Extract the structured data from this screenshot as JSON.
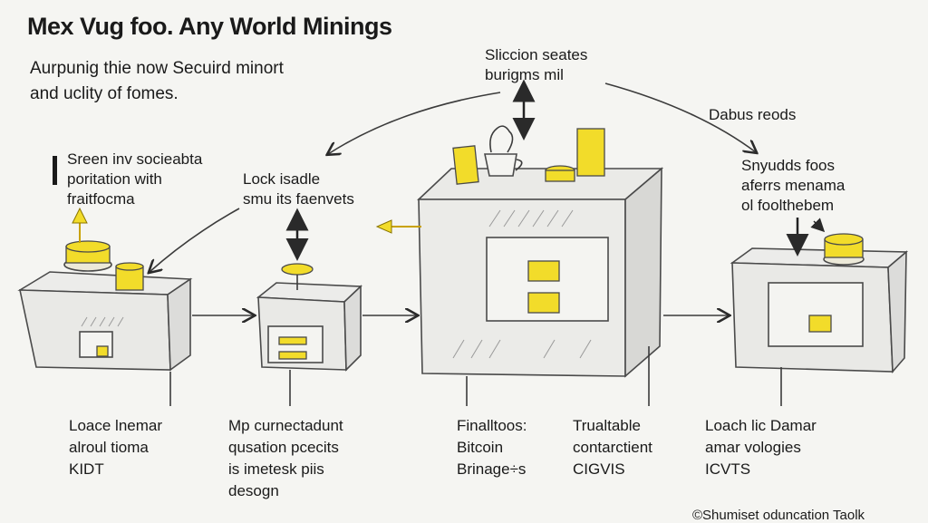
{
  "title": "Mex Vug foo. Any World Minings",
  "subtitle": [
    "Aurpunig thie now  Secuird minort",
    "and uclity of fomes."
  ],
  "top_center_label": [
    "Sliccion seates",
    "burigms mil"
  ],
  "top_right_label": "Dabus reods",
  "left_note": [
    "Sreen inv socieabta",
    "poritation with",
    "fraitfocma"
  ],
  "lock_note": [
    "Lock isadle",
    "smu its faenvets"
  ],
  "right_note": [
    "Snyudds foos",
    "aferrs menama",
    "ol foolthebem"
  ],
  "bottom_labels": [
    [
      "Loace lnemar",
      "alroul tioma",
      "KIDT"
    ],
    [
      "Mp curnectadunt",
      "qusation pcecits",
      "is imetesk piis",
      "desogn"
    ],
    [
      "Finalltoos:",
      "Bitcoin",
      "Brinage÷s"
    ],
    [
      "Trualtable",
      "contarctient",
      "CIGVIS"
    ],
    [
      "Loach lic Damar",
      "amar vologies",
      "ICVTS"
    ]
  ],
  "credit": "©Shumiset oduncation Taolk",
  "colors": {
    "accent": "#f2dc2a",
    "ink": "#3b3b3b",
    "paper": "#f5f5f2"
  }
}
